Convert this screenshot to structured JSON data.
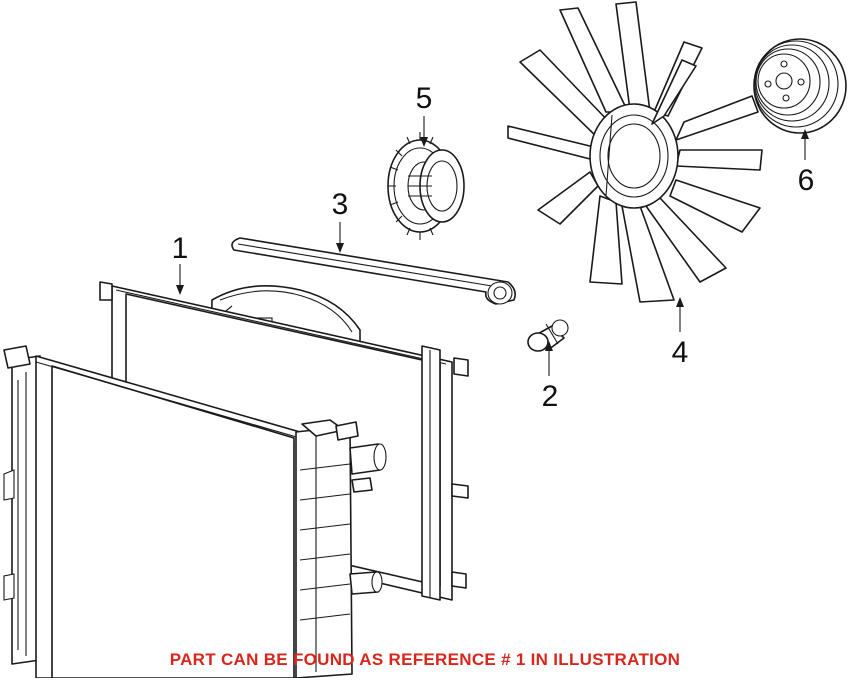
{
  "callouts": {
    "c1": "1",
    "c2": "2",
    "c3": "3",
    "c4": "4",
    "c5": "5",
    "c6": "6"
  },
  "note": "PART CAN BE FOUND AS REFERENCE # 1 IN ILLUSTRATION",
  "colors": {
    "note": "#d9261c",
    "line": "#1a1a1a",
    "background": "#ffffff"
  }
}
